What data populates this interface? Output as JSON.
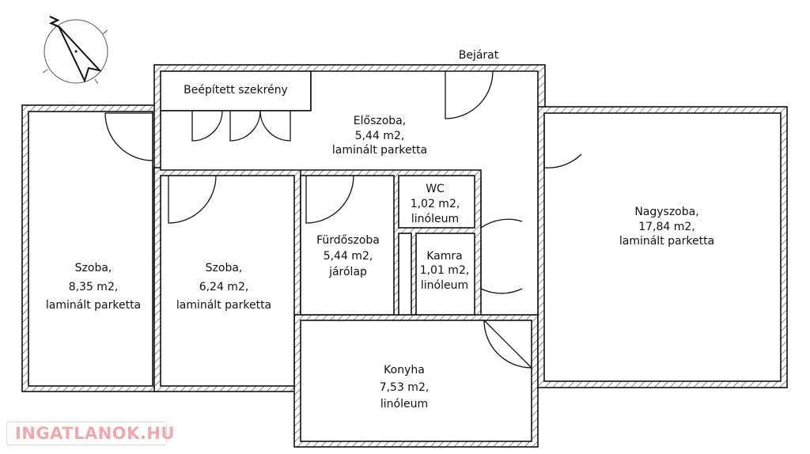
{
  "entrance_label": "Bejárat",
  "rooms": {
    "closet": {
      "name": "Beépített szekrény"
    },
    "hall": {
      "name": "Előszoba,",
      "area": "5,44 m2,",
      "floor": "laminált parketta"
    },
    "wc": {
      "name": "WC",
      "area": "1,02 m2,",
      "floor": "linóleum"
    },
    "living": {
      "name": "Nagyszoba,",
      "area": "17,84 m2,",
      "floor": "laminált parketta"
    },
    "room1": {
      "name": "Szoba,",
      "area": "8,35 m2,",
      "floor": "laminált parketta"
    },
    "room2": {
      "name": "Szoba,",
      "area": "6,24 m2,",
      "floor": "laminált parketta"
    },
    "bath": {
      "name": "Fürdőszoba",
      "area": "5,44 m2,",
      "floor": "járólap"
    },
    "pantry": {
      "name": "Kamra",
      "area": "1,01 m2,",
      "floor": "linóleum"
    },
    "kitchen": {
      "name": "Konyha",
      "area": "7,53 m2,",
      "floor": "linóleum"
    }
  },
  "compass_label": "N",
  "watermark": "INGATLANOK.HU"
}
